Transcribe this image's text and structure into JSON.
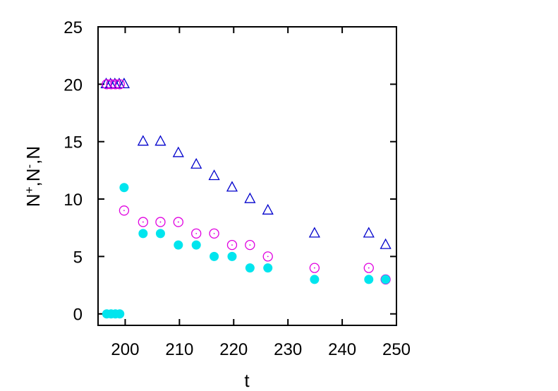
{
  "chart_data": {
    "type": "scatter",
    "title": "",
    "xlabel": "t",
    "ylabel": {
      "base": "N",
      "parts": [
        [
          "N",
          "+"
        ],
        [
          "N",
          "-"
        ],
        [
          "N",
          ""
        ]
      ],
      "sep": ","
    },
    "xlim": [
      195,
      250
    ],
    "ylim": [
      -1,
      25
    ],
    "xticks": [
      200,
      210,
      220,
      230,
      240,
      250
    ],
    "yticks": [
      0,
      5,
      10,
      15,
      20,
      25
    ],
    "grid": false,
    "legend": "none",
    "series": [
      {
        "marker": "triangle-open",
        "color": "#0000cc",
        "x": [
          196.5,
          197.3,
          198.1,
          198.9,
          199.8,
          203.3,
          206.5,
          209.8,
          213.1,
          216.4,
          219.7,
          223.0,
          226.3,
          234.9,
          244.9,
          248.0
        ],
        "y": [
          20,
          20,
          20,
          20,
          20,
          15,
          15,
          14,
          13,
          12,
          11,
          10,
          9,
          7,
          7,
          6
        ]
      },
      {
        "marker": "circle-open-dot",
        "color": "#e000e0",
        "x": [
          196.6,
          197.4,
          198.2,
          199.0,
          199.8,
          203.3,
          206.5,
          209.8,
          213.1,
          216.4,
          219.7,
          223.0,
          226.3,
          234.9,
          244.9,
          248.0
        ],
        "y": [
          20,
          20,
          20,
          20,
          9,
          8,
          8,
          8,
          7,
          7,
          6,
          6,
          5,
          4,
          4,
          3
        ]
      },
      {
        "marker": "circle-filled",
        "color": "#00e5ee",
        "x": [
          196.6,
          197.4,
          198.2,
          199.0,
          199.8,
          203.3,
          206.5,
          209.8,
          213.1,
          216.4,
          219.7,
          223.0,
          226.3,
          234.9,
          244.9,
          248.0
        ],
        "y": [
          0,
          0,
          0,
          0,
          11,
          7,
          7,
          6,
          6,
          5,
          5,
          4,
          4,
          3,
          3,
          3
        ]
      }
    ]
  }
}
